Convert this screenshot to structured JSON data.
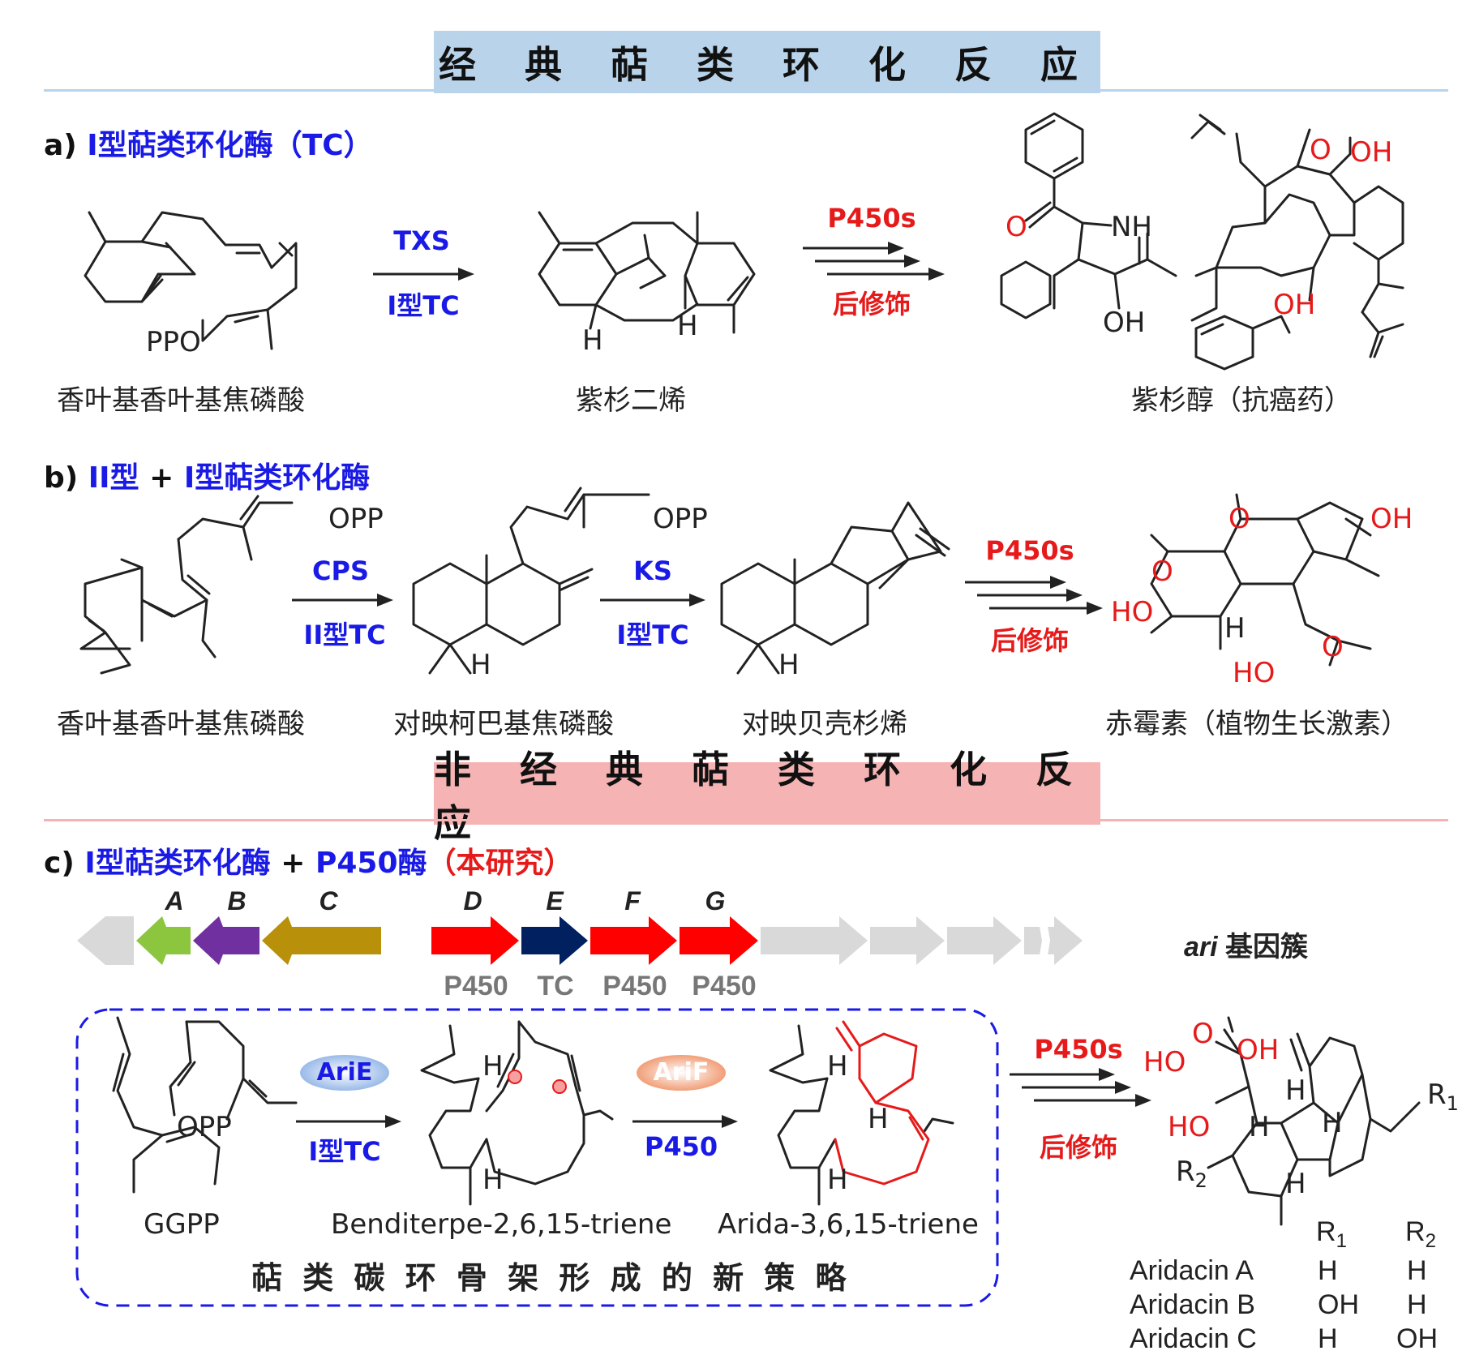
{
  "banners": {
    "classic": "经 典 萜 类 环 化 反 应",
    "nonclassic": "非 经 典 萜 类 环 化 反 应"
  },
  "section_a": {
    "prefix": "a)",
    "title": "I型萜类环化酶（TC）",
    "enzyme_top": "TXS",
    "enzyme_bottom": "I型TC",
    "p450_top": "P450s",
    "p450_bottom": "后修饰",
    "substrate_caption": "香叶基香叶基焦磷酸",
    "intermediate_caption": "紫杉二烯",
    "product_caption": "紫杉醇（抗癌药）",
    "struct_labels": {
      "ppo": "PPO",
      "h": "H",
      "nh": "NH",
      "oh": "OH",
      "o": "O"
    }
  },
  "section_b": {
    "prefix": "b)",
    "title_part1": "II型",
    "plus": " + ",
    "title_part2": "I型萜类环化酶",
    "enzyme1_top": "CPS",
    "enzyme1_bottom": "II型TC",
    "enzyme2_top": "KS",
    "enzyme2_bottom": "I型TC",
    "p450_top": "P450s",
    "p450_bottom": "后修饰",
    "substrate_caption": "香叶基香叶基焦磷酸",
    "intermediate1_caption": "对映柯巴基焦磷酸",
    "intermediate2_caption": "对映贝壳杉烯",
    "product_caption": "赤霉素（植物生长激素）",
    "struct_labels": {
      "opp": "OPP",
      "h": "H",
      "oh": "OH",
      "ho": "HO",
      "o": "O"
    }
  },
  "section_c": {
    "prefix": "c)",
    "title_part1": "I型萜类环化酶",
    "plus": " + ",
    "title_part2": "P450酶",
    "title_part3": "（本研究）",
    "cluster_label_italic": "ari",
    "cluster_label_rest": " 基因簇",
    "genes": [
      {
        "letter": "A",
        "color": "#8cc63f"
      },
      {
        "letter": "B",
        "color": "#7030a0"
      },
      {
        "letter": "C",
        "color": "#b8900a"
      },
      {
        "letter": "D",
        "color": "#ff0000",
        "sub": "P450"
      },
      {
        "letter": "E",
        "color": "#002060",
        "sub": "TC"
      },
      {
        "letter": "F",
        "color": "#ff0000",
        "sub": "P450"
      },
      {
        "letter": "G",
        "color": "#ff0000",
        "sub": "P450"
      }
    ],
    "gray_color": "#d9d9d9",
    "enzyme1_badge": "AriE",
    "enzyme1_bottom": "I型TC",
    "enzyme2_badge": "AriF",
    "enzyme2_bottom": "P450",
    "p450_top": "P450s",
    "p450_bottom": "后修饰",
    "substrate_caption": "GGPP",
    "intermediate1_caption": "Benditerpe-2,6,15-triene",
    "intermediate2_caption": "Arida-3,6,15-triene",
    "box_caption": "萜 类 碳 环 骨 架 形 成 的 新 策 略",
    "struct_labels": {
      "opp": "OPP",
      "h": "H",
      "ho": "HO",
      "oh": "OH",
      "o": "O",
      "r1": "R",
      "r2": "R"
    },
    "table": {
      "headers": [
        "R1",
        "R2"
      ],
      "rows": [
        {
          "name": "Aridacin A",
          "r1": "H",
          "r2": "H"
        },
        {
          "name": "Aridacin B",
          "r1": "OH",
          "r2": "H"
        },
        {
          "name": "Aridacin C",
          "r1": "H",
          "r2": "OH"
        }
      ]
    }
  }
}
